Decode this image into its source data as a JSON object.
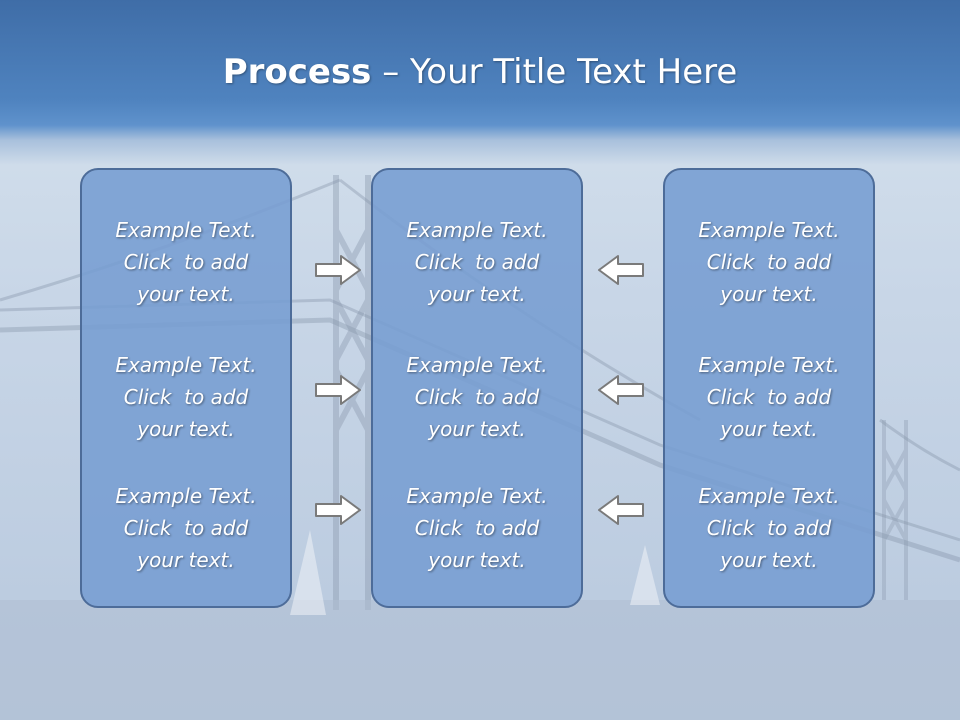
{
  "title": {
    "bold": "Process",
    "rest": " – Your Title Text Here"
  },
  "panels": [
    {
      "blocks": [
        {
          "lines": [
            "Example Text.",
            "Click  to add",
            "your text."
          ]
        },
        {
          "lines": [
            "Example Text.",
            "Click  to add",
            "your text."
          ]
        },
        {
          "lines": [
            "Example Text.",
            "Click  to add",
            "your text."
          ]
        }
      ]
    },
    {
      "blocks": [
        {
          "lines": [
            "Example Text.",
            "Click  to add",
            "your text."
          ]
        },
        {
          "lines": [
            "Example Text.",
            "Click  to add",
            "your text."
          ]
        },
        {
          "lines": [
            "Example Text.",
            "Click  to add",
            "your text."
          ]
        }
      ]
    },
    {
      "blocks": [
        {
          "lines": [
            "Example Text.",
            "Click  to add",
            "your text."
          ]
        },
        {
          "lines": [
            "Example Text.",
            "Click  to add",
            "your text."
          ]
        },
        {
          "lines": [
            "Example Text.",
            "Click  to add",
            "your text."
          ]
        }
      ]
    }
  ],
  "arrows": [
    {
      "icon": "arrow-right-icon"
    },
    {
      "icon": "arrow-left-icon"
    }
  ],
  "colors": {
    "panel_fill": "#769dd2",
    "panel_border": "#4d6c99",
    "arrow_fill": "#ffffff",
    "arrow_stroke": "#7a7a7a"
  }
}
